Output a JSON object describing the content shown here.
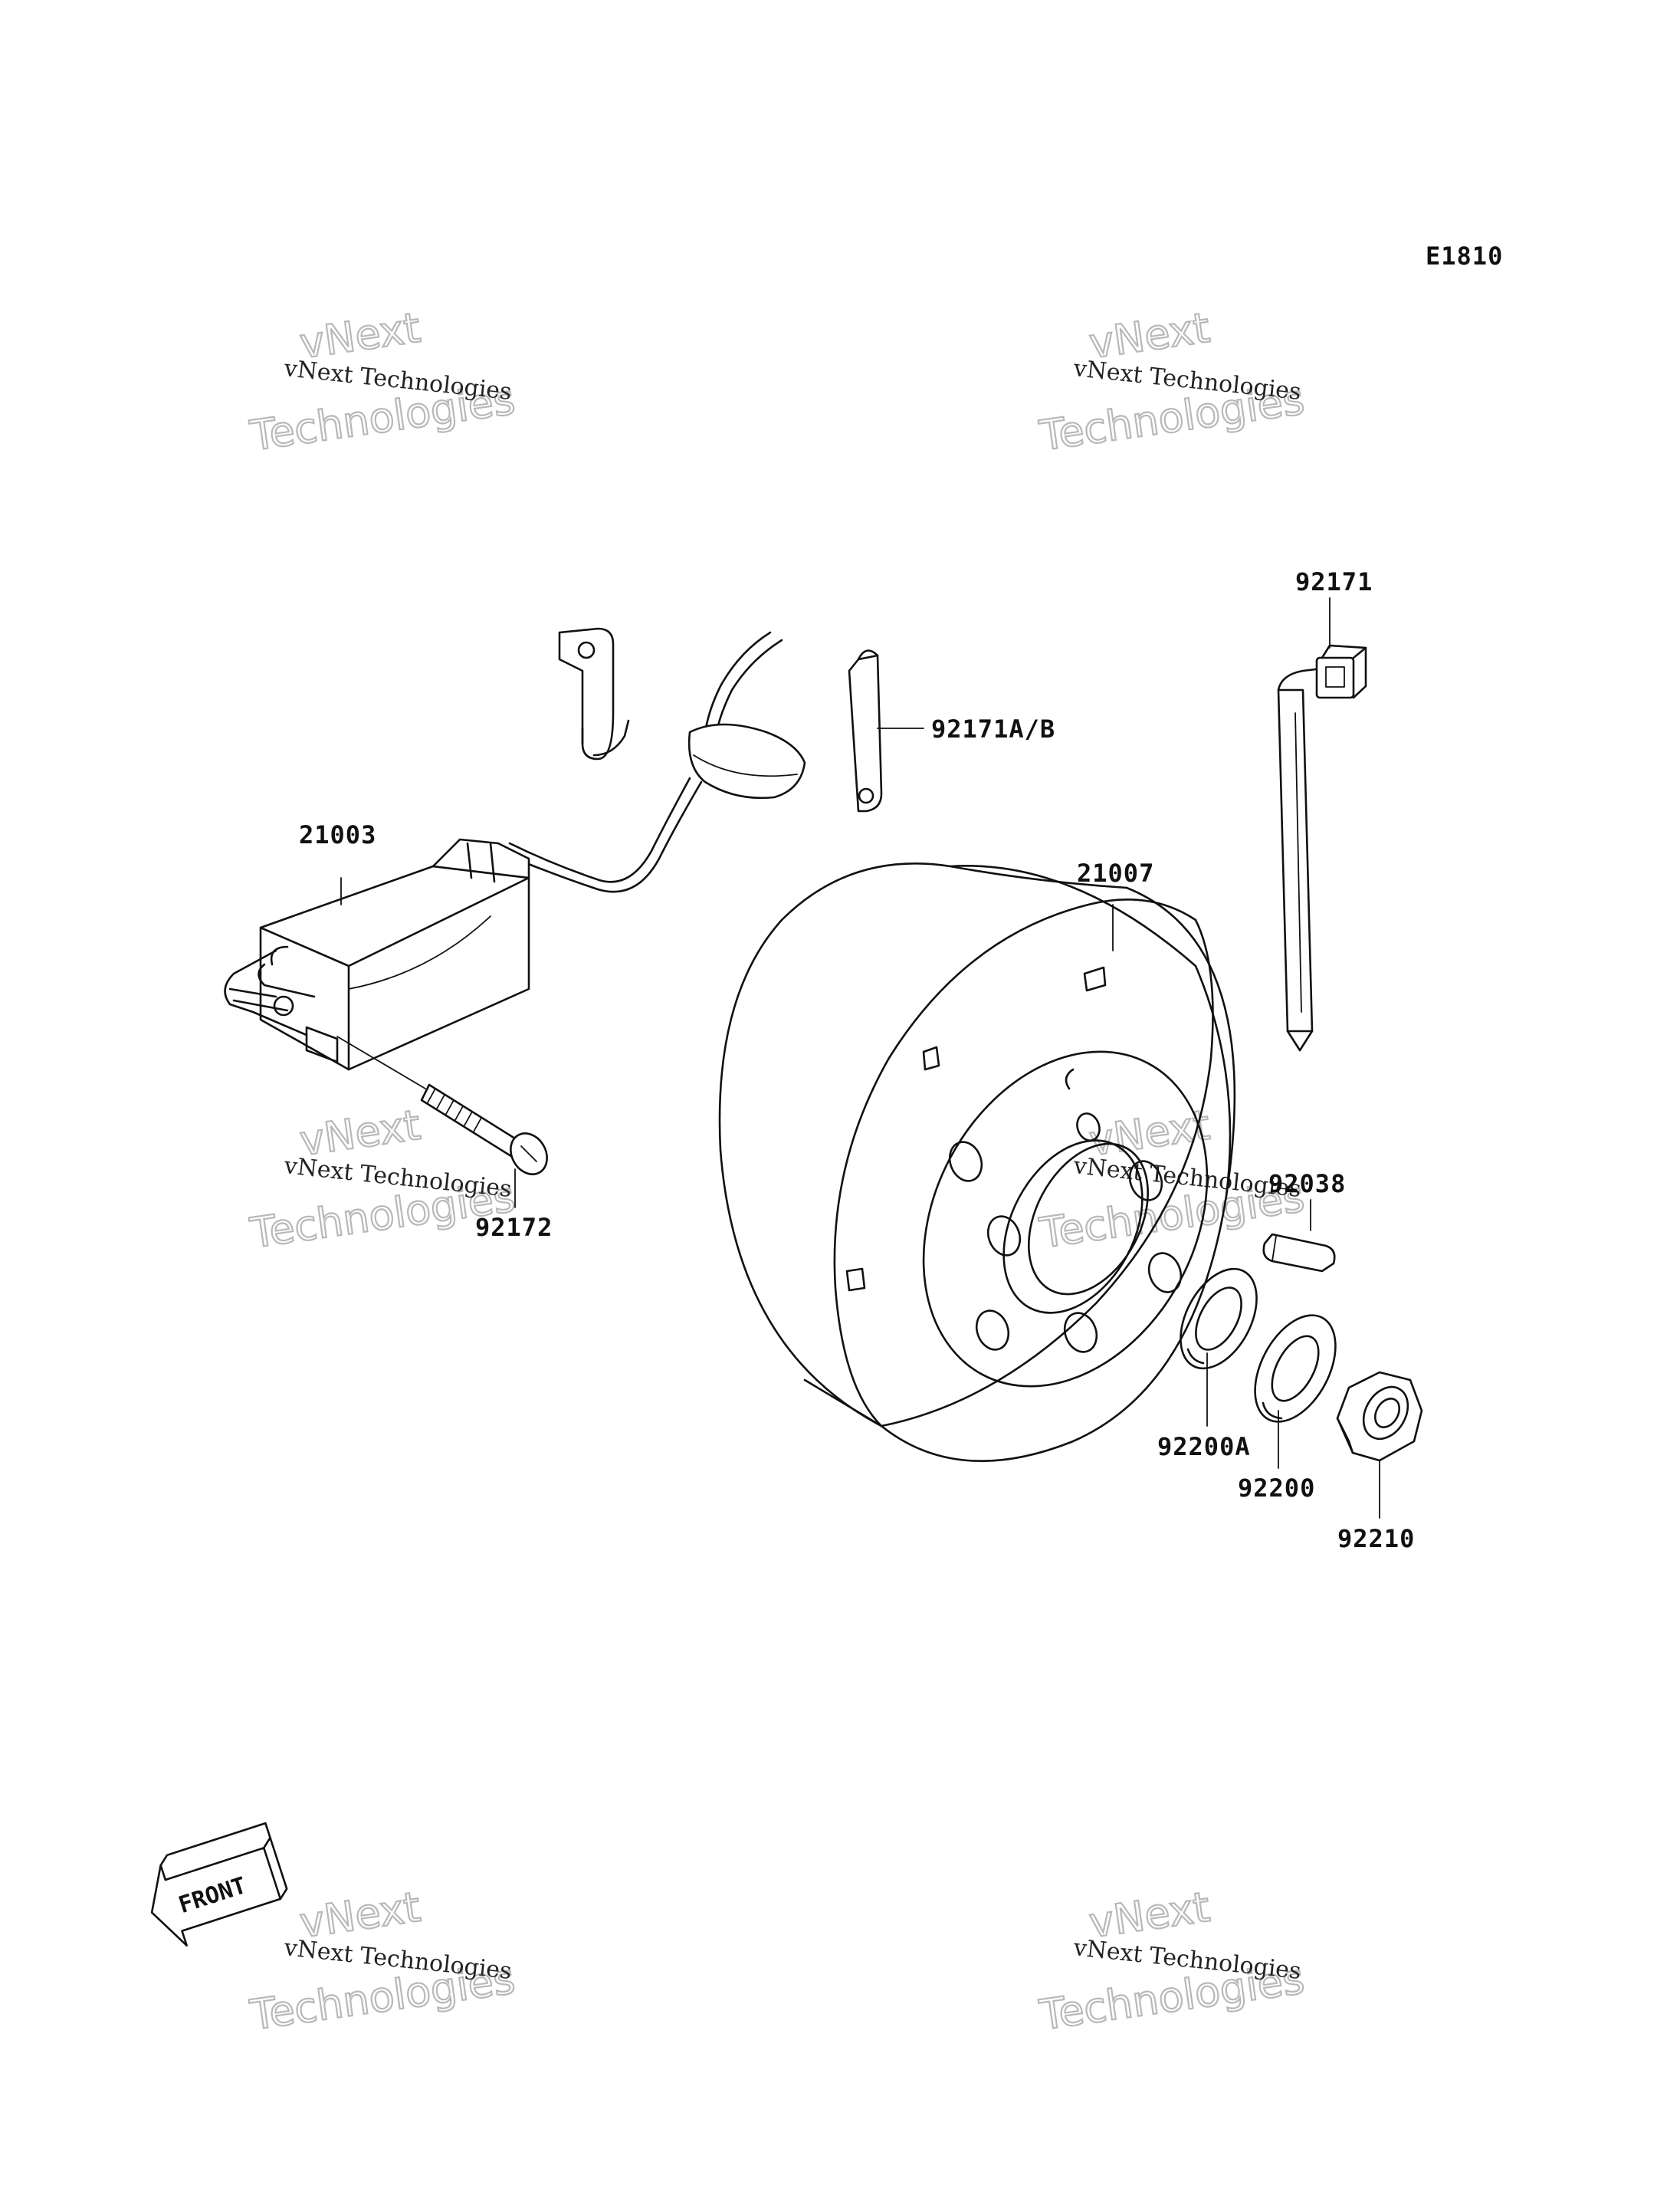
{
  "diagram_code": "E1810",
  "labels": {
    "p92171": "92171",
    "p92171ab": "92171A/B",
    "p21003": "21003",
    "p21007": "21007",
    "p92172": "92172",
    "p92038": "92038",
    "p92200a": "92200A",
    "p92200": "92200",
    "p92210": "92210"
  },
  "front_marker": "FRONT",
  "watermark": {
    "line_small": "vNext Technologies",
    "line_big_1": "vNext",
    "line_big_2": "Technologies"
  },
  "colors": {
    "ink": "#111111",
    "watermark_outline": "#b8b8b8"
  }
}
